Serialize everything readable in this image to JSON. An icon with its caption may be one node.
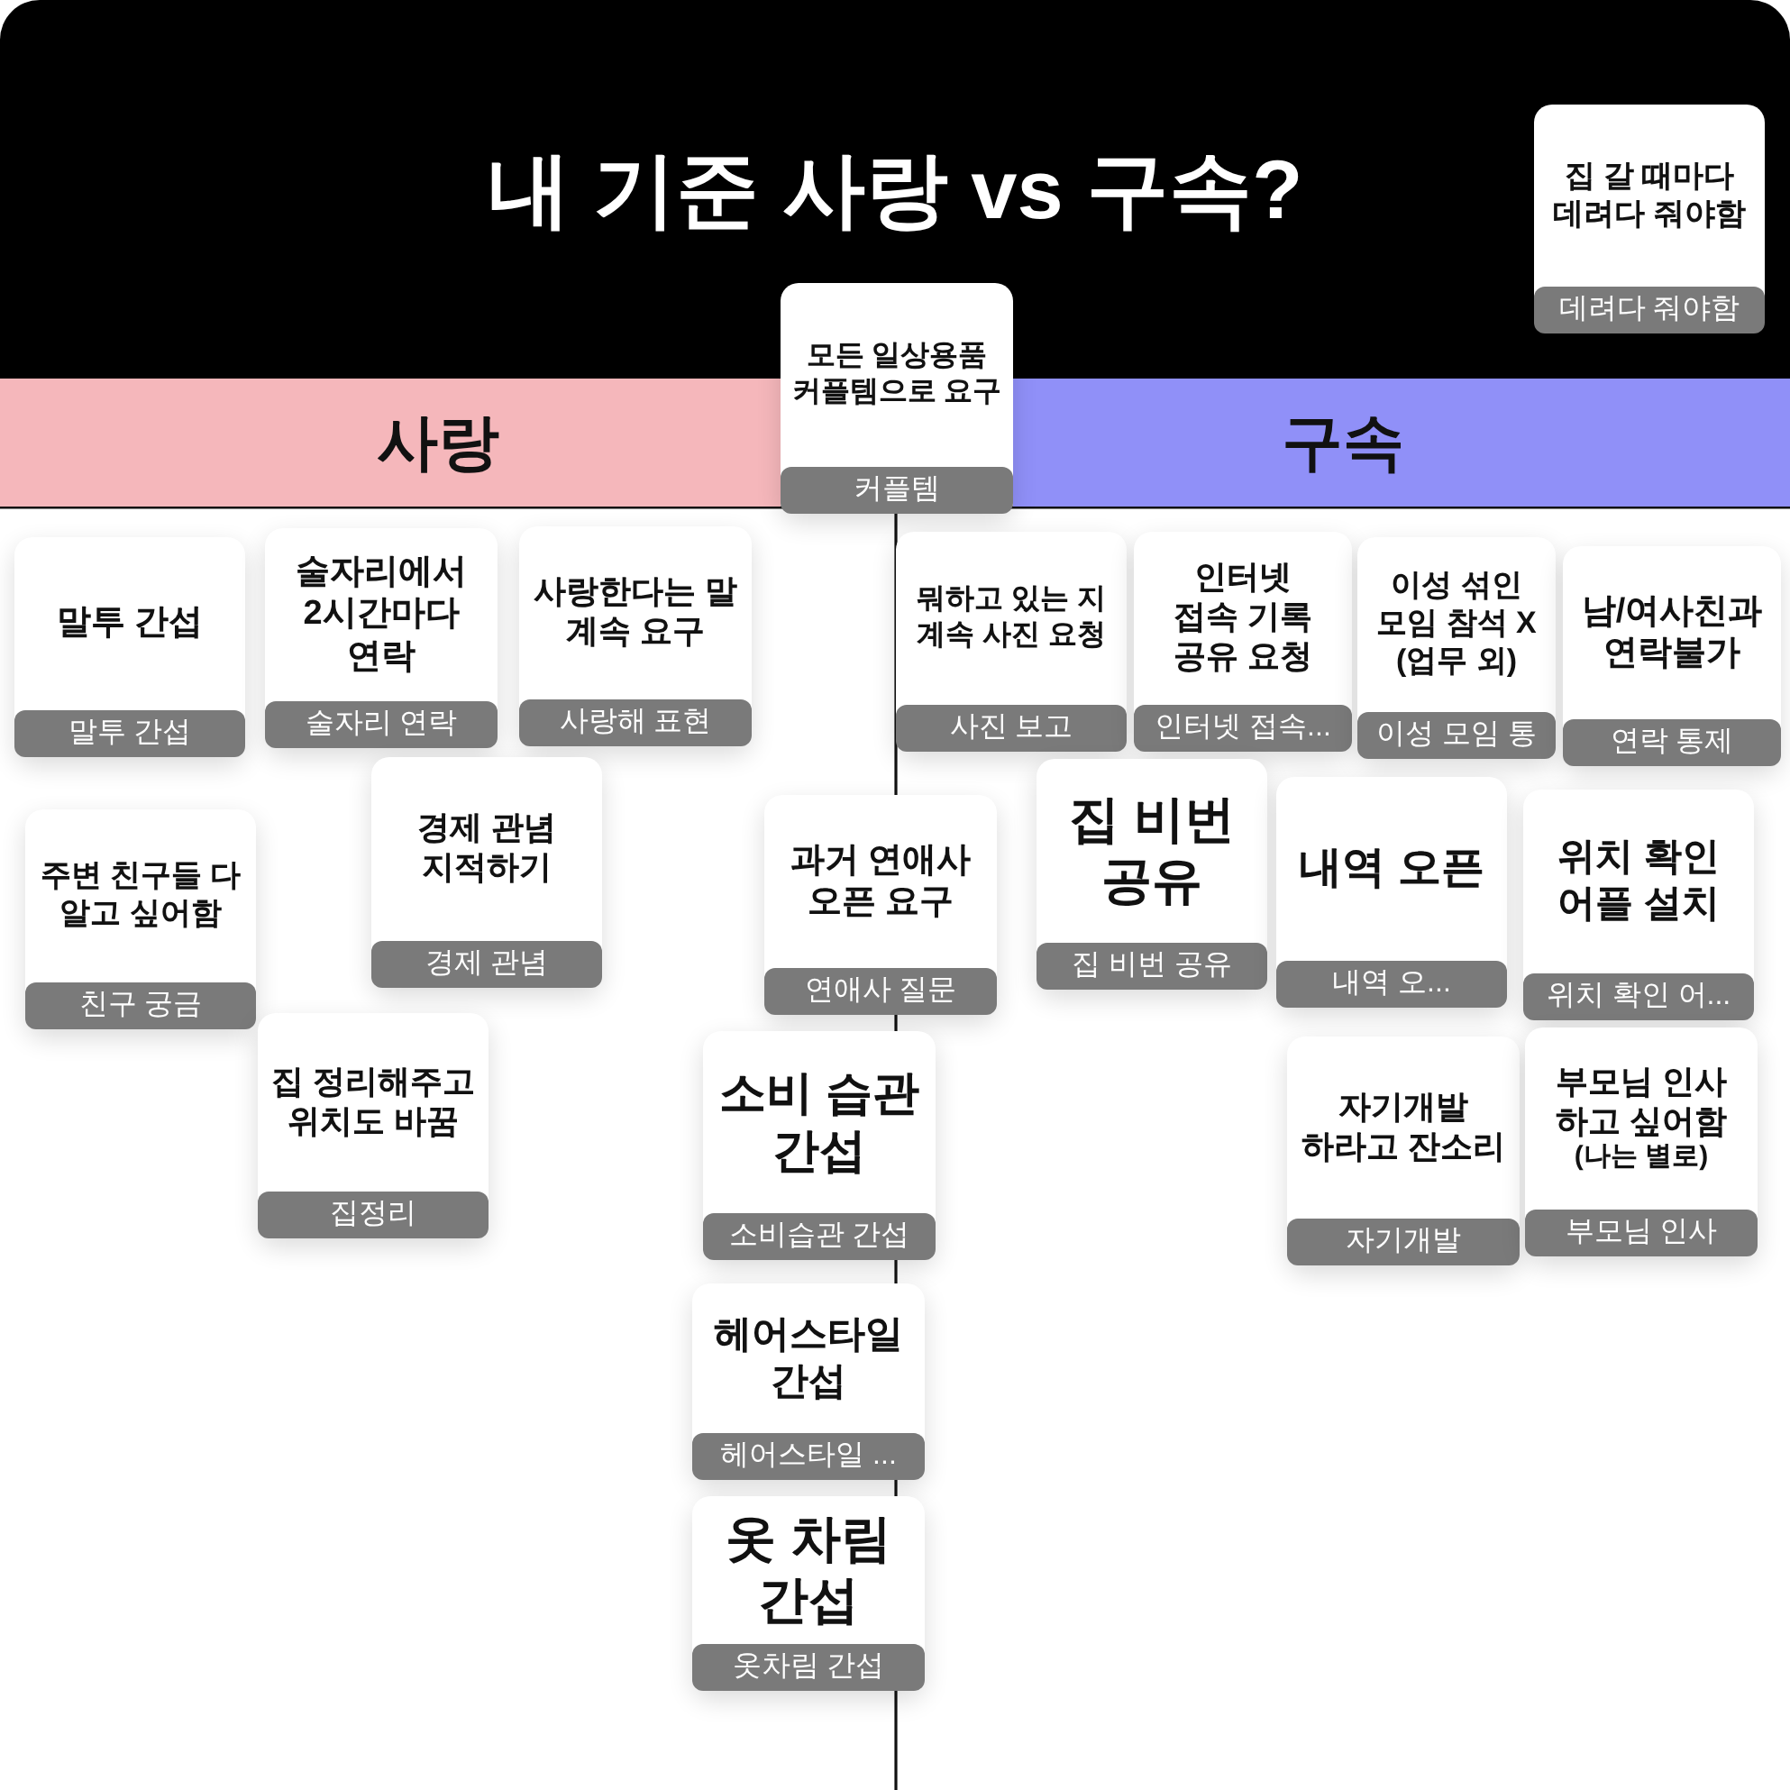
{
  "diagram": {
    "title": "내 기준 사랑 vs 구속?",
    "nodes": [
      {
        "text": [
          "집 갈 때마다 데려다 줘야함",
          "데려다 줘야함"
        ]
      },
      {
        "text": [
          "모든 일상용품 커플템으로 요구",
          "커플템"
        ]
      },
      {
        "text": [
          "사랑"
        ]
      },
      {
        "text": [
          "구속"
        ]
      },
      {
        "text": [
          "말투 간섭",
          "말투 간섭"
        ]
      },
      {
        "text": [
          "술자리에서 2시간마다 연락",
          "술자리 연락"
        ]
      },
      {
        "text": [
          "사랑한다는 말 계속 요구",
          "사랑해 표현"
        ]
      },
      {
        "text": [
          "뭐하고 있는 지 계속 사진 요청",
          "사진 보고"
        ]
      },
      {
        "text": [
          "인터넷 접속 기록 공유 요청",
          "인터넷 접속..."
        ]
      },
      {
        "text": [
          "이성 섞인 모임 참석 X (업무 외)",
          "이성 모임 통"
        ]
      },
      {
        "text": [
          "남/여사친과 연락불가",
          "연락 통제"
        ]
      },
      {
        "text": [
          "주변 친구들 다 알고 싶어함",
          "친구 궁금"
        ]
      },
      {
        "text": [
          "경제 관념 지적하기",
          "경제 관념"
        ]
      },
      {
        "text": [
          "과거 연애사 오픈 요구",
          "연애사 질문"
        ]
      },
      {
        "text": [
          "집 비번 공유",
          "집 비번 공유"
        ]
      },
      {
        "text": [
          "내역 오픈",
          "내역 오..."
        ]
      },
      {
        "text": [
          "위치 확인 어플 설치",
          "위치 확인 어..."
        ]
      },
      {
        "text": [
          "집 정리해주고 위치도 바꿈",
          "집정리"
        ]
      },
      {
        "text": [
          "소비 습관 간섭",
          "소비습관 간섭"
        ]
      },
      {
        "text": [
          "자기개발 하라고 잔소리",
          "자기개발"
        ]
      },
      {
        "text": [
          "부모님 인사 하고 싶어함",
          "(나는 별로)",
          "부모님 인사"
        ]
      },
      {
        "text": [
          "헤어스타일 간섭",
          "헤어스타일 ..."
        ]
      },
      {
        "text": [
          "옷 차림 간섭",
          "옷차림 간섭"
        ]
      }
    ]
  }
}
